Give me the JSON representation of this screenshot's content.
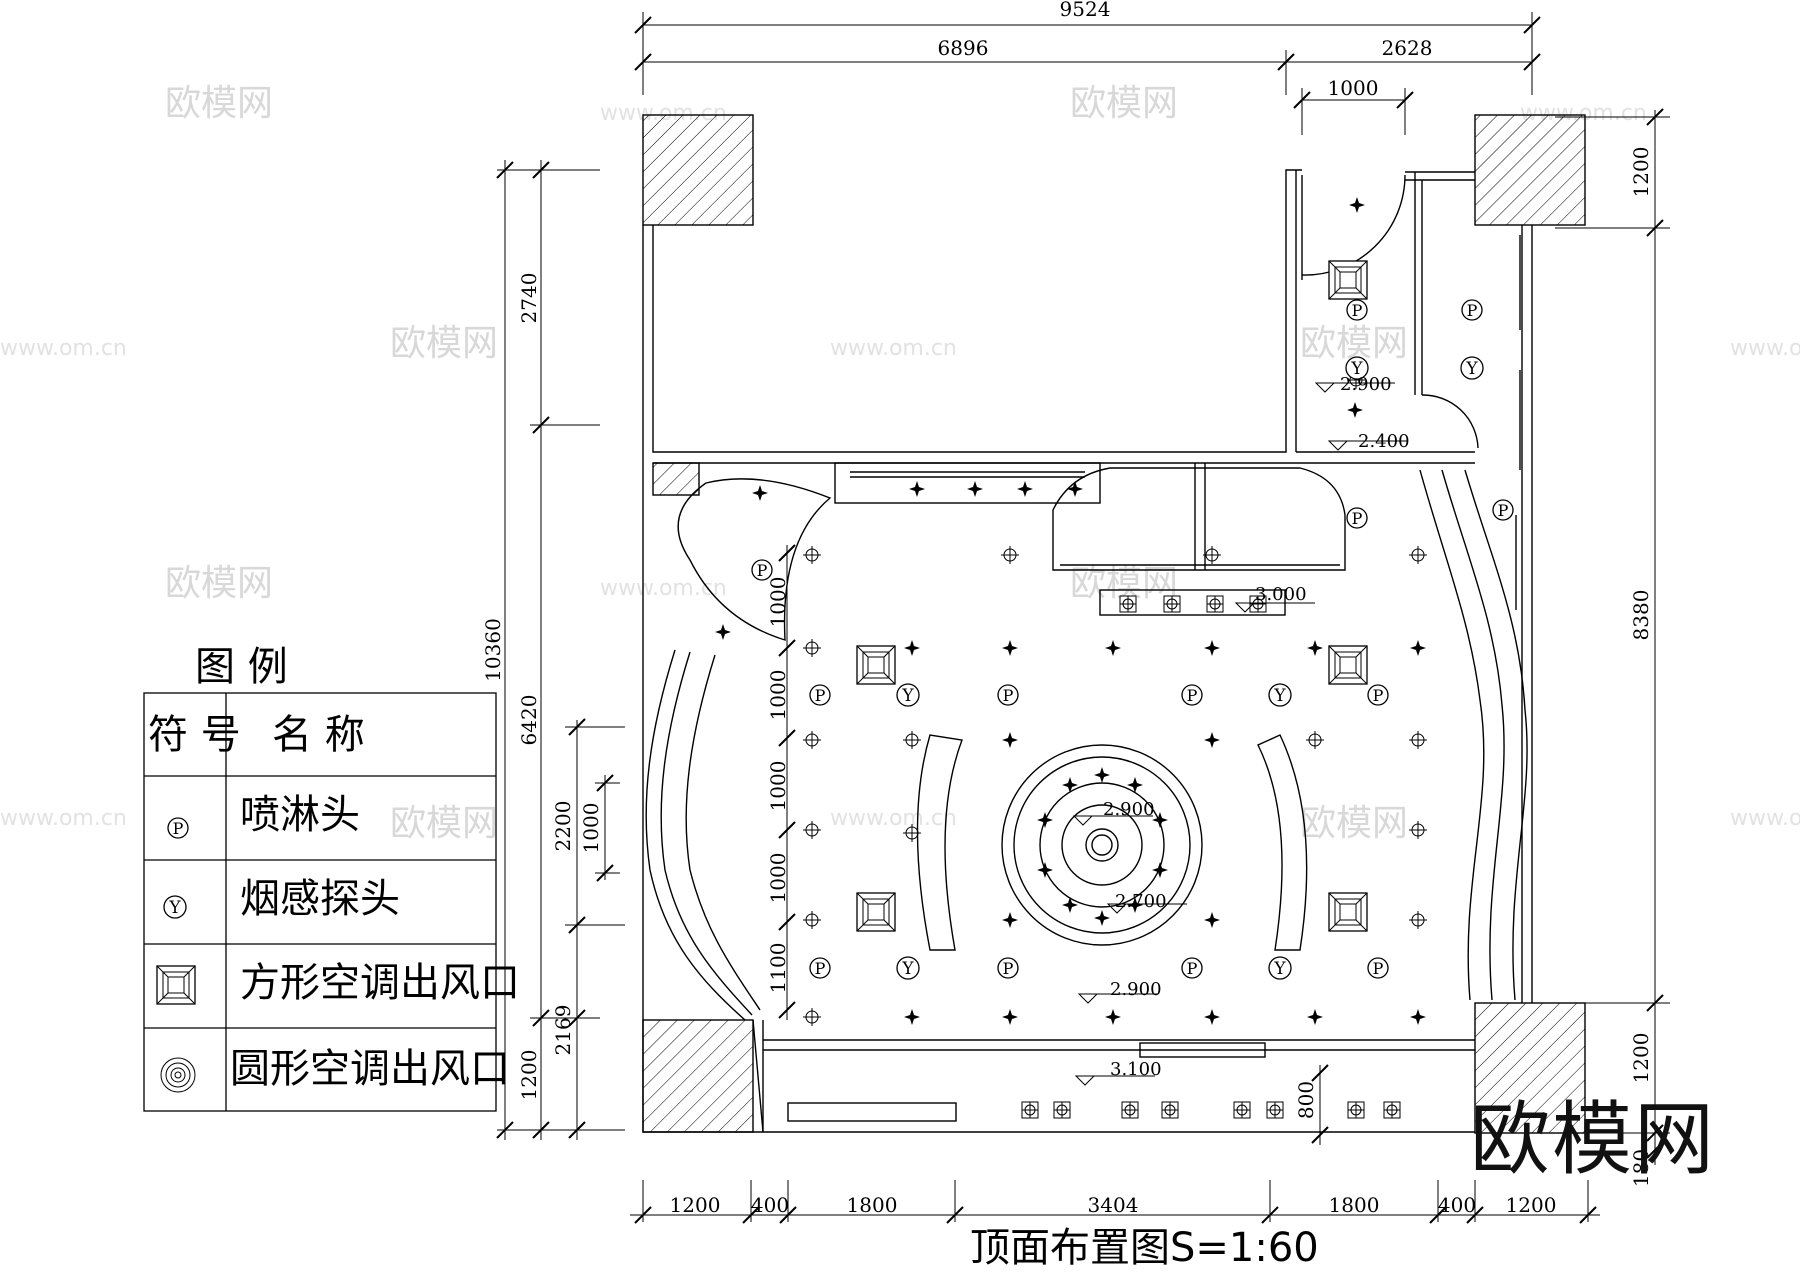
{
  "drawing_title": "顶面布置图S=1:60",
  "brand_watermark": "欧模网",
  "watermark_text": "欧模网",
  "watermark_url": "www.om.cn",
  "dimensions": {
    "top_total": "9524",
    "top_left": "6896",
    "top_right": "2628",
    "door_width": "1000",
    "right_upper": "1200",
    "right_main": "8380",
    "right_lower_a": "1200",
    "right_lower_b": "180",
    "left_total": "10360",
    "left_upper": "2740",
    "left_main": "6420",
    "left_bottom": "1200",
    "inner_2200": "2200",
    "inner_1000": "1000",
    "inner_2169": "2169",
    "bottom_800": "800",
    "grid_1000_a": "1000",
    "grid_1000_b": "1000",
    "grid_1000_c": "1000",
    "grid_1000_d": "1000",
    "grid_1100": "1100",
    "bottom_segments": [
      "1200",
      "400",
      "1800",
      "3404",
      "1800",
      "400",
      "1200"
    ]
  },
  "elevations": [
    "2.900",
    "2.400",
    "3.000",
    "2.900",
    "2.700",
    "2.900",
    "3.100"
  ],
  "symbols": {
    "sprinkler": "P",
    "smoke": "Y"
  },
  "legend": {
    "title": "图    例",
    "col_symbol": "符 号",
    "col_name": "名  称",
    "rows": [
      {
        "icon": "sprinkler-icon",
        "symbol": "P",
        "name": "喷淋头"
      },
      {
        "icon": "smoke-detector-icon",
        "symbol": "Y",
        "name": "烟感探头"
      },
      {
        "icon": "square-ac-vent-icon",
        "symbol": "",
        "name": "方形空调出风口"
      },
      {
        "icon": "round-ac-vent-icon",
        "symbol": "",
        "name": "圆形空调出风口"
      }
    ]
  }
}
